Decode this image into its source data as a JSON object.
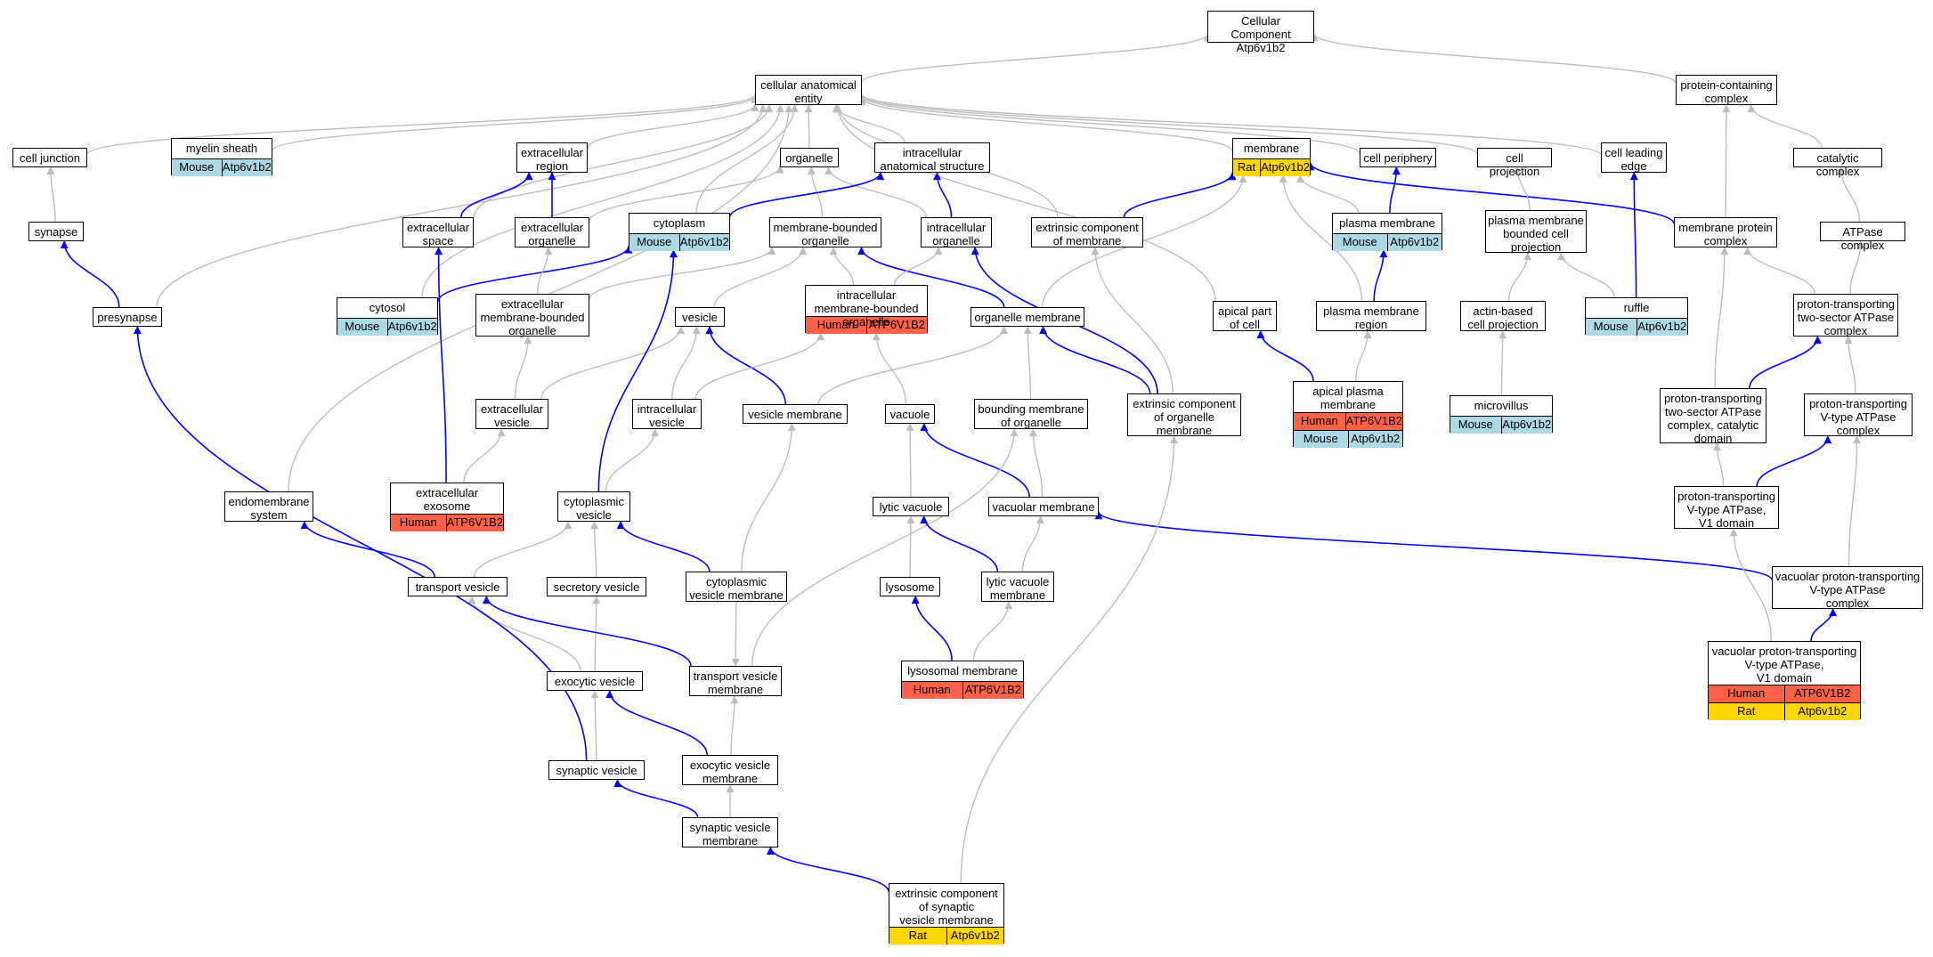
{
  "colors": {
    "gray_edge": "#bdbdbd",
    "blue_edge": "#0000ff",
    "Mouse": "#add8e6",
    "Human": "#ff6347",
    "Rat": "#ffd700"
  },
  "nodes": [
    {
      "id": "cc",
      "label": "Cellular Component\nAtp6v1b2",
      "rows": []
    },
    {
      "id": "cae",
      "label": "cellular anatomical\nentity",
      "rows": []
    },
    {
      "id": "pcc",
      "label": "protein-containing\ncomplex",
      "rows": []
    },
    {
      "id": "cj",
      "label": "cell junction",
      "rows": []
    },
    {
      "id": "myelin",
      "label": "myelin sheath",
      "rows": [
        {
          "species": "Mouse",
          "gene": "Atp6v1b2"
        }
      ]
    },
    {
      "id": "er",
      "label": "extracellular\nregion",
      "rows": []
    },
    {
      "id": "organelle",
      "label": "organelle",
      "rows": []
    },
    {
      "id": "ias",
      "label": "intracellular\nanatomical structure",
      "rows": []
    },
    {
      "id": "membrane",
      "label": "membrane",
      "rows": [
        {
          "species": "Rat",
          "gene": "Atp6v1b2"
        }
      ]
    },
    {
      "id": "cperiph",
      "label": "cell periphery",
      "rows": []
    },
    {
      "id": "cproj",
      "label": "cell projection",
      "rows": []
    },
    {
      "id": "cle",
      "label": "cell leading\nedge",
      "rows": []
    },
    {
      "id": "catc",
      "label": "catalytic complex",
      "rows": []
    },
    {
      "id": "synapse",
      "label": "synapse",
      "rows": []
    },
    {
      "id": "es",
      "label": "extracellular\nspace",
      "rows": []
    },
    {
      "id": "eo",
      "label": "extracellular\norganelle",
      "rows": []
    },
    {
      "id": "cytoplasm",
      "label": "cytoplasm",
      "rows": [
        {
          "species": "Mouse",
          "gene": "Atp6v1b2"
        }
      ]
    },
    {
      "id": "mbo",
      "label": "membrane-bounded\norganelle",
      "rows": []
    },
    {
      "id": "io",
      "label": "intracellular\norganelle",
      "rows": []
    },
    {
      "id": "ecm",
      "label": "extrinsic component\nof membrane",
      "rows": []
    },
    {
      "id": "pm",
      "label": "plasma membrane",
      "rows": [
        {
          "species": "Mouse",
          "gene": "Atp6v1b2"
        }
      ]
    },
    {
      "id": "pmbcp",
      "label": "plasma membrane\nbounded cell\nprojection",
      "rows": []
    },
    {
      "id": "mpc",
      "label": "membrane protein\ncomplex",
      "rows": []
    },
    {
      "id": "atpc",
      "label": "ATPase complex",
      "rows": []
    },
    {
      "id": "presynapse",
      "label": "presynapse",
      "rows": []
    },
    {
      "id": "cytosol",
      "label": "cytosol",
      "rows": [
        {
          "species": "Mouse",
          "gene": "Atp6v1b2"
        }
      ]
    },
    {
      "id": "embo",
      "label": "extracellular\nmembrane-bounded\norganelle",
      "rows": []
    },
    {
      "id": "vesicle",
      "label": "vesicle",
      "rows": []
    },
    {
      "id": "imbo",
      "label": "intracellular\nmembrane-bounded\norganelle",
      "rows": [
        {
          "species": "Human",
          "gene": "ATP6V1B2"
        }
      ]
    },
    {
      "id": "om",
      "label": "organelle membrane",
      "rows": []
    },
    {
      "id": "apc",
      "label": "apical part\nof cell",
      "rows": []
    },
    {
      "id": "pmr",
      "label": "plasma membrane\nregion",
      "rows": []
    },
    {
      "id": "abcp",
      "label": "actin-based\ncell projection",
      "rows": []
    },
    {
      "id": "ruffle",
      "label": "ruffle",
      "rows": [
        {
          "species": "Mouse",
          "gene": "Atp6v1b2"
        }
      ]
    },
    {
      "id": "pt2s",
      "label": "proton-transporting\ntwo-sector ATPase\ncomplex",
      "rows": []
    },
    {
      "id": "ev",
      "label": "extracellular\nvesicle",
      "rows": []
    },
    {
      "id": "iv",
      "label": "intracellular\nvesicle",
      "rows": []
    },
    {
      "id": "vm",
      "label": "vesicle membrane",
      "rows": []
    },
    {
      "id": "vacuole",
      "label": "vacuole",
      "rows": []
    },
    {
      "id": "bmo",
      "label": "bounding membrane\nof organelle",
      "rows": []
    },
    {
      "id": "ecom",
      "label": "extrinsic component\nof organelle\nmembrane",
      "rows": []
    },
    {
      "id": "apm",
      "label": "apical plasma\nmembrane",
      "rows": [
        {
          "species": "Human",
          "gene": "ATP6V1B2"
        },
        {
          "species": "Mouse",
          "gene": "Atp6v1b2"
        }
      ]
    },
    {
      "id": "microvillus",
      "label": "microvillus",
      "rows": [
        {
          "species": "Mouse",
          "gene": "Atp6v1b2"
        }
      ]
    },
    {
      "id": "pt2scd",
      "label": "proton-transporting\ntwo-sector ATPase\ncomplex, catalytic\ndomain",
      "rows": []
    },
    {
      "id": "ptvc",
      "label": "proton-transporting\nV-type ATPase\ncomplex",
      "rows": []
    },
    {
      "id": "ems",
      "label": "endomembrane\nsystem",
      "rows": []
    },
    {
      "id": "exo",
      "label": "extracellular\nexosome",
      "rows": [
        {
          "species": "Human",
          "gene": "ATP6V1B2"
        }
      ]
    },
    {
      "id": "cv",
      "label": "cytoplasmic\nvesicle",
      "rows": []
    },
    {
      "id": "lv",
      "label": "lytic vacuole",
      "rows": []
    },
    {
      "id": "vacm",
      "label": "vacuolar membrane",
      "rows": []
    },
    {
      "id": "ptv1",
      "label": "proton-transporting\nV-type ATPase,\nV1 domain",
      "rows": []
    },
    {
      "id": "tv",
      "label": "transport vesicle",
      "rows": []
    },
    {
      "id": "sv",
      "label": "secretory vesicle",
      "rows": []
    },
    {
      "id": "cvm",
      "label": "cytoplasmic\nvesicle membrane",
      "rows": []
    },
    {
      "id": "lysosome",
      "label": "lysosome",
      "rows": []
    },
    {
      "id": "lvm",
      "label": "lytic vacuole\nmembrane",
      "rows": []
    },
    {
      "id": "vptvc",
      "label": "vacuolar proton-transporting\nV-type ATPase\ncomplex",
      "rows": []
    },
    {
      "id": "exov",
      "label": "exocytic vesicle",
      "rows": []
    },
    {
      "id": "tvm",
      "label": "transport vesicle\nmembrane",
      "rows": []
    },
    {
      "id": "lysm",
      "label": "lysosomal membrane",
      "rows": [
        {
          "species": "Human",
          "gene": "ATP6V1B2"
        }
      ]
    },
    {
      "id": "vptv1",
      "label": "vacuolar proton-transporting\nV-type ATPase,\nV1 domain",
      "rows": [
        {
          "species": "Human",
          "gene": "ATP6V1B2"
        },
        {
          "species": "Rat",
          "gene": "Atp6v1b2"
        }
      ]
    },
    {
      "id": "synv",
      "label": "synaptic vesicle",
      "rows": []
    },
    {
      "id": "evm",
      "label": "exocytic vesicle\nmembrane",
      "rows": []
    },
    {
      "id": "svm",
      "label": "synaptic vesicle\nmembrane",
      "rows": []
    },
    {
      "id": "ecsvm",
      "label": "extrinsic component\nof synaptic\nvesicle membrane",
      "rows": [
        {
          "species": "Rat",
          "gene": "Atp6v1b2"
        }
      ]
    }
  ],
  "edges": [
    {
      "from": "cae",
      "to": "cc",
      "type": "is_a"
    },
    {
      "from": "pcc",
      "to": "cc",
      "type": "is_a"
    },
    {
      "from": "cj",
      "to": "cae",
      "type": "is_a"
    },
    {
      "from": "myelin",
      "to": "cae",
      "type": "is_a"
    },
    {
      "from": "er",
      "to": "cae",
      "type": "is_a"
    },
    {
      "from": "organelle",
      "to": "cae",
      "type": "is_a"
    },
    {
      "from": "ias",
      "to": "cae",
      "type": "is_a"
    },
    {
      "from": "membrane",
      "to": "cae",
      "type": "is_a"
    },
    {
      "from": "cperiph",
      "to": "cae",
      "type": "is_a"
    },
    {
      "from": "cproj",
      "to": "cae",
      "type": "is_a"
    },
    {
      "from": "cle",
      "to": "cae",
      "type": "is_a"
    },
    {
      "from": "es",
      "to": "cae",
      "type": "is_a"
    },
    {
      "from": "cytoplasm",
      "to": "cae",
      "type": "is_a"
    },
    {
      "from": "ecm",
      "to": "cae",
      "type": "is_a"
    },
    {
      "from": "apc",
      "to": "cae",
      "type": "is_a"
    },
    {
      "from": "cytosol",
      "to": "cae",
      "type": "is_a"
    },
    {
      "from": "presynapse",
      "to": "cae",
      "type": "is_a"
    },
    {
      "from": "ems",
      "to": "cae",
      "type": "is_a"
    },
    {
      "from": "catc",
      "to": "pcc",
      "type": "is_a"
    },
    {
      "from": "mpc",
      "to": "pcc",
      "type": "is_a"
    },
    {
      "from": "synapse",
      "to": "cj",
      "type": "is_a"
    },
    {
      "from": "presynapse",
      "to": "synapse",
      "type": "part_of"
    },
    {
      "from": "es",
      "to": "er",
      "type": "part_of"
    },
    {
      "from": "eo",
      "to": "er",
      "type": "part_of"
    },
    {
      "from": "eo",
      "to": "organelle",
      "type": "is_a"
    },
    {
      "from": "io",
      "to": "organelle",
      "type": "is_a"
    },
    {
      "from": "mbo",
      "to": "organelle",
      "type": "is_a"
    },
    {
      "from": "cytoplasm",
      "to": "ias",
      "type": "part_of"
    },
    {
      "from": "io",
      "to": "ias",
      "type": "part_of"
    },
    {
      "from": "ecm",
      "to": "membrane",
      "type": "part_of"
    },
    {
      "from": "pm",
      "to": "membrane",
      "type": "is_a"
    },
    {
      "from": "pmr",
      "to": "membrane",
      "type": "is_a"
    },
    {
      "from": "om",
      "to": "membrane",
      "type": "is_a"
    },
    {
      "from": "mpc",
      "to": "membrane",
      "type": "part_of"
    },
    {
      "from": "pm",
      "to": "cperiph",
      "type": "part_of"
    },
    {
      "from": "pmbcp",
      "to": "cproj",
      "type": "is_a"
    },
    {
      "from": "ruffle",
      "to": "cle",
      "type": "part_of"
    },
    {
      "from": "atpc",
      "to": "catc",
      "type": "is_a"
    },
    {
      "from": "cytosol",
      "to": "cytoplasm",
      "type": "part_of"
    },
    {
      "from": "embo",
      "to": "eo",
      "type": "is_a"
    },
    {
      "from": "exo",
      "to": "es",
      "type": "part_of"
    },
    {
      "from": "embo",
      "to": "mbo",
      "type": "is_a"
    },
    {
      "from": "vesicle",
      "to": "mbo",
      "type": "is_a"
    },
    {
      "from": "imbo",
      "to": "mbo",
      "type": "is_a"
    },
    {
      "from": "om",
      "to": "mbo",
      "type": "part_of"
    },
    {
      "from": "imbo",
      "to": "io",
      "type": "is_a"
    },
    {
      "from": "ecom",
      "to": "ecm",
      "type": "is_a"
    },
    {
      "from": "ecom",
      "to": "io",
      "type": "part_of"
    },
    {
      "from": "pmr",
      "to": "pm",
      "type": "part_of"
    },
    {
      "from": "abcp",
      "to": "pmbcp",
      "type": "is_a"
    },
    {
      "from": "ruffle",
      "to": "pmbcp",
      "type": "is_a"
    },
    {
      "from": "pt2s",
      "to": "mpc",
      "type": "is_a"
    },
    {
      "from": "pt2scd",
      "to": "mpc",
      "type": "is_a"
    },
    {
      "from": "pt2s",
      "to": "atpc",
      "type": "is_a"
    },
    {
      "from": "ev",
      "to": "embo",
      "type": "is_a"
    },
    {
      "from": "ev",
      "to": "vesicle",
      "type": "is_a"
    },
    {
      "from": "iv",
      "to": "vesicle",
      "type": "is_a"
    },
    {
      "from": "vm",
      "to": "vesicle",
      "type": "part_of"
    },
    {
      "from": "iv",
      "to": "imbo",
      "type": "is_a"
    },
    {
      "from": "vacuole",
      "to": "imbo",
      "type": "is_a"
    },
    {
      "from": "vm",
      "to": "om",
      "type": "is_a"
    },
    {
      "from": "bmo",
      "to": "om",
      "type": "is_a"
    },
    {
      "from": "ecom",
      "to": "om",
      "type": "part_of"
    },
    {
      "from": "apm",
      "to": "apc",
      "type": "part_of"
    },
    {
      "from": "apm",
      "to": "pmr",
      "type": "is_a"
    },
    {
      "from": "microvillus",
      "to": "abcp",
      "type": "is_a"
    },
    {
      "from": "pt2scd",
      "to": "pt2s",
      "type": "part_of"
    },
    {
      "from": "ptvc",
      "to": "pt2s",
      "type": "is_a"
    },
    {
      "from": "exo",
      "to": "ev",
      "type": "is_a"
    },
    {
      "from": "cv",
      "to": "iv",
      "type": "is_a"
    },
    {
      "from": "cv",
      "to": "cytoplasm",
      "type": "part_of"
    },
    {
      "from": "cvm",
      "to": "vm",
      "type": "is_a"
    },
    {
      "from": "lv",
      "to": "vacuole",
      "type": "is_a"
    },
    {
      "from": "vacm",
      "to": "vacuole",
      "type": "part_of"
    },
    {
      "from": "vacm",
      "to": "bmo",
      "type": "is_a"
    },
    {
      "from": "tvm",
      "to": "bmo",
      "type": "is_a"
    },
    {
      "from": "ptv1",
      "to": "pt2scd",
      "type": "is_a"
    },
    {
      "from": "ptv1",
      "to": "ptvc",
      "type": "part_of"
    },
    {
      "from": "vptvc",
      "to": "ptvc",
      "type": "is_a"
    },
    {
      "from": "tv",
      "to": "ems",
      "type": "part_of"
    },
    {
      "from": "tv",
      "to": "cv",
      "type": "is_a"
    },
    {
      "from": "sv",
      "to": "cv",
      "type": "is_a"
    },
    {
      "from": "cvm",
      "to": "cv",
      "type": "part_of"
    },
    {
      "from": "cvm",
      "to": "tvm",
      "type": "is_a"
    },
    {
      "from": "lysosome",
      "to": "lv",
      "type": "is_a"
    },
    {
      "from": "lvm",
      "to": "lv",
      "type": "part_of"
    },
    {
      "from": "lvm",
      "to": "vacm",
      "type": "is_a"
    },
    {
      "from": "vptvc",
      "to": "vacm",
      "type": "part_of"
    },
    {
      "from": "exov",
      "to": "tv",
      "type": "is_a"
    },
    {
      "from": "exov",
      "to": "sv",
      "type": "is_a"
    },
    {
      "from": "tvm",
      "to": "tv",
      "type": "part_of"
    },
    {
      "from": "lysm",
      "to": "lysosome",
      "type": "part_of"
    },
    {
      "from": "lysm",
      "to": "lvm",
      "type": "is_a"
    },
    {
      "from": "vptv1",
      "to": "vptvc",
      "type": "part_of"
    },
    {
      "from": "vptv1",
      "to": "ptv1",
      "type": "is_a"
    },
    {
      "from": "synv",
      "to": "exov",
      "type": "is_a"
    },
    {
      "from": "synv",
      "to": "presynapse",
      "type": "part_of"
    },
    {
      "from": "evm",
      "to": "exov",
      "type": "part_of"
    },
    {
      "from": "evm",
      "to": "tvm",
      "type": "is_a"
    },
    {
      "from": "svm",
      "to": "synv",
      "type": "part_of"
    },
    {
      "from": "svm",
      "to": "evm",
      "type": "is_a"
    },
    {
      "from": "ecsvm",
      "to": "svm",
      "type": "part_of"
    },
    {
      "from": "ecsvm",
      "to": "ecom",
      "type": "is_a"
    }
  ]
}
